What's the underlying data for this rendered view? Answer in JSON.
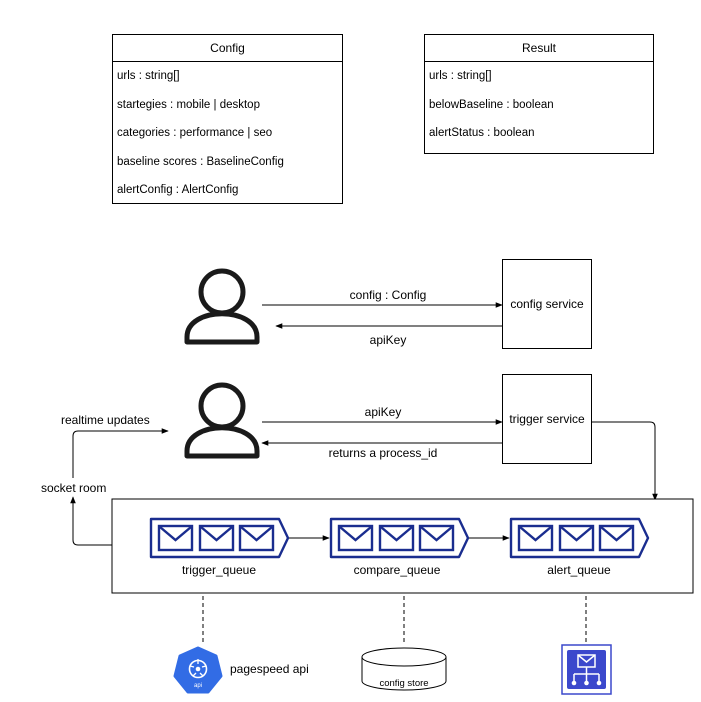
{
  "config_class": {
    "title": "Config",
    "fields": [
      "urls : string[]",
      "startegies : mobile | desktop",
      "categories : performance | seo",
      "baseline scores : BaselineConfig",
      "alertConfig : AlertConfig"
    ]
  },
  "result_class": {
    "title": "Result",
    "fields": [
      "urls : string[]",
      "belowBaseline : boolean",
      "alertStatus : boolean"
    ]
  },
  "services": {
    "config": "config service",
    "trigger": "trigger service"
  },
  "edges": {
    "config_request": "config : Config",
    "config_response": "apiKey",
    "trigger_request": "apiKey",
    "trigger_response": "returns a process_id",
    "realtime": "realtime updates",
    "socket": "socket room"
  },
  "queues": [
    "trigger_queue",
    "compare_queue",
    "alert_queue"
  ],
  "externals": {
    "pagespeed": "pagespeed api",
    "pagespeed_badge": "api",
    "config_store": "config store"
  },
  "colors": {
    "queue": "#1a2d8f",
    "k8s_blue": "#326ce5",
    "sns_purple": "#3b48cc",
    "line": "#000000"
  }
}
